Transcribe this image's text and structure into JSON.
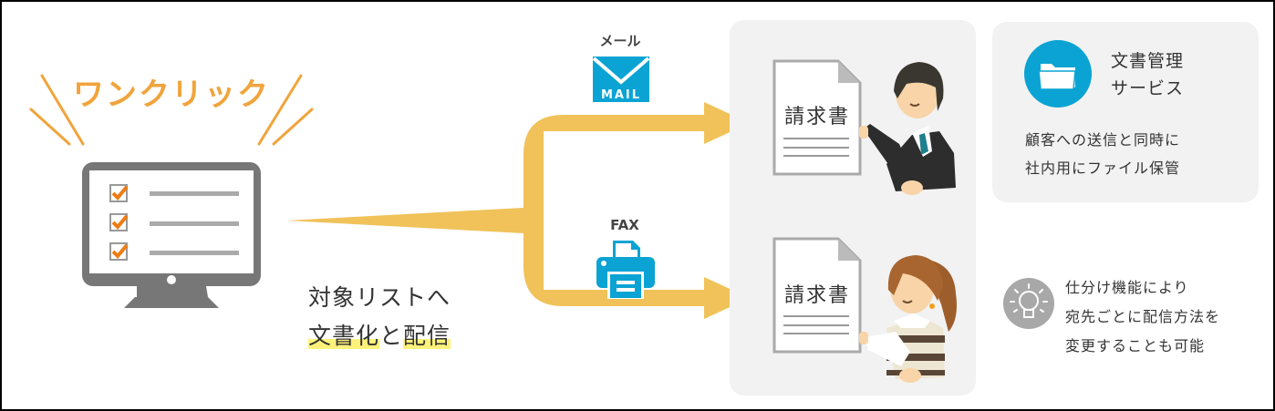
{
  "left": {
    "headline": "ワンクリック",
    "caption_line1": "対象リストへ",
    "caption_line2_part1": "文書化",
    "caption_line2_part2": "と",
    "caption_line2_part3": "配信"
  },
  "channels": {
    "mail": {
      "label": "メール",
      "icon_text": "MAIL"
    },
    "fax": {
      "label": "FAX"
    }
  },
  "recipients": [
    {
      "document_title": "請求書",
      "person": "businessman"
    },
    {
      "document_title": "請求書",
      "person": "businesswoman"
    }
  ],
  "service": {
    "title_line1": "文書管理",
    "title_line2": "サービス",
    "desc_line1": "顧客への送信と同時に",
    "desc_line2": "社内用にファイル保管"
  },
  "feature": {
    "line1": "仕分け機能により",
    "line2": "宛先ごとに配信方法を",
    "line3": "変更することも可能"
  },
  "colors": {
    "accent_orange": "#f0a43c",
    "arrow_yellow": "#f0c259",
    "icon_blue": "#0aa3d4",
    "highlight_yellow": "#fff27a",
    "panel_gray": "#f2f2f2",
    "monitor_gray": "#777777"
  }
}
